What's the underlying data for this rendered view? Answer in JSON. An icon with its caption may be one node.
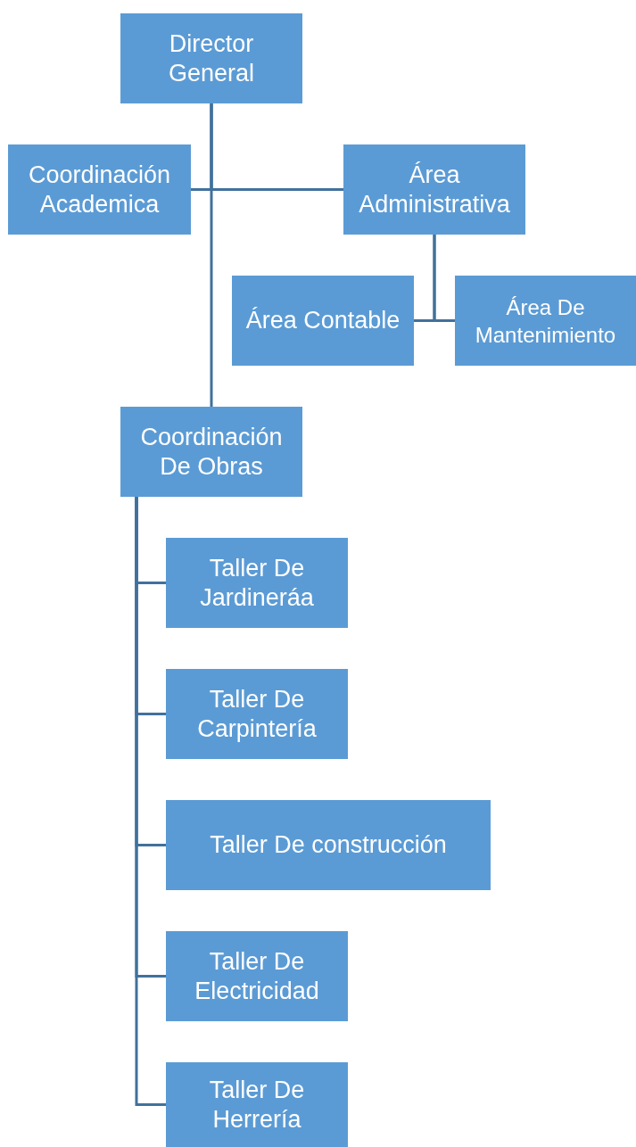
{
  "diagram": {
    "nodes": [
      {
        "text": [
          "Director General"
        ]
      },
      {
        "text": [
          "Coordinación Academica"
        ]
      },
      {
        "text": [
          "Área Administrativa"
        ]
      },
      {
        "text": [
          "Área Contable"
        ]
      },
      {
        "text": [
          "Área De Mantenimiento"
        ]
      },
      {
        "text": [
          "Coordinación De Obras"
        ]
      },
      {
        "text": [
          "Taller De Jardineráa"
        ]
      },
      {
        "text": [
          "Taller De Carpintería"
        ]
      },
      {
        "text": [
          "Taller De construcción"
        ]
      },
      {
        "text": [
          "Taller De Electricidad"
        ]
      },
      {
        "text": [
          "Taller De Herrería"
        ]
      }
    ],
    "edges": [
      {
        "from": 0,
        "to": 1,
        "arrow": "none"
      },
      {
        "from": 0,
        "to": 2,
        "arrow": "none"
      },
      {
        "from": 0,
        "to": 5,
        "arrow": "none"
      },
      {
        "from": 2,
        "to": 3,
        "arrow": "none"
      },
      {
        "from": 2,
        "to": 4,
        "arrow": "none"
      },
      {
        "from": 5,
        "to": 6,
        "arrow": "none"
      },
      {
        "from": 5,
        "to": 7,
        "arrow": "none"
      },
      {
        "from": 5,
        "to": 8,
        "arrow": "none"
      },
      {
        "from": 5,
        "to": 9,
        "arrow": "none"
      },
      {
        "from": 5,
        "to": 10,
        "arrow": "none"
      }
    ]
  }
}
